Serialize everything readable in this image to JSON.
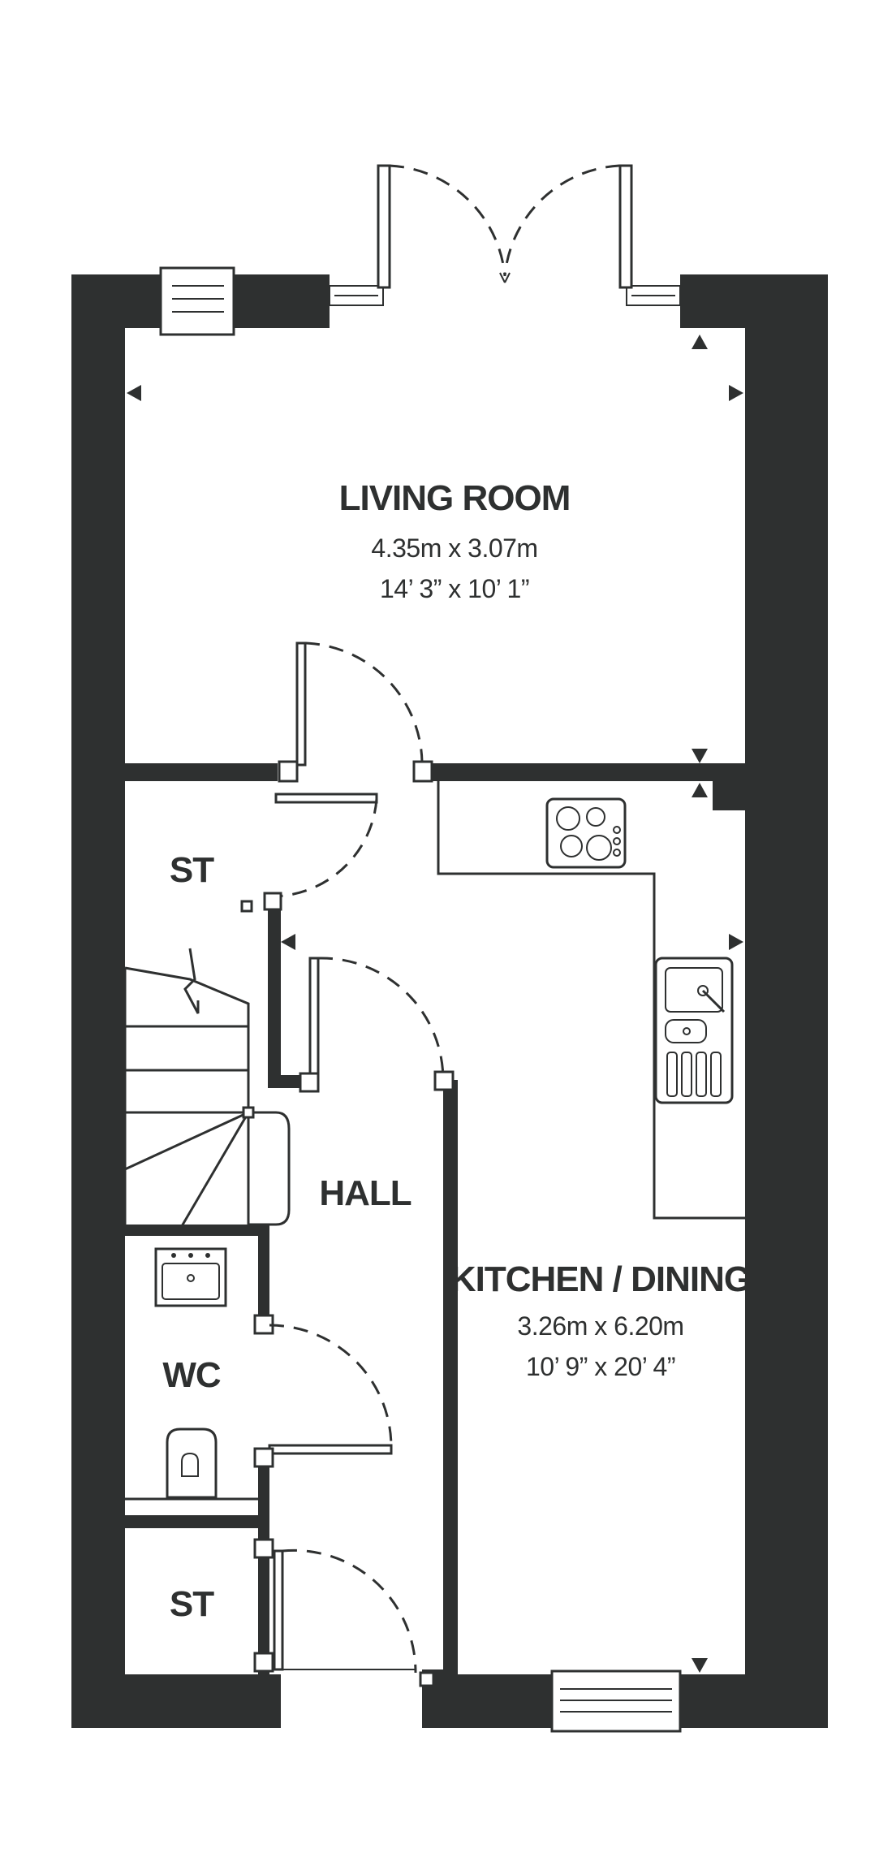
{
  "rooms": {
    "living_room": {
      "name": "LIVING ROOM",
      "metric": "4.35m x 3.07m",
      "imperial": "14’ 3” x 10’ 1”"
    },
    "kitchen_dining": {
      "name": "KITCHEN / DINING",
      "metric": "3.26m x 6.20m",
      "imperial": "10’ 9” x 20’ 4”"
    },
    "hall": {
      "name": "HALL"
    },
    "wc": {
      "name": "WC"
    },
    "store_upper": {
      "name": "ST"
    },
    "store_lower": {
      "name": "ST"
    }
  },
  "colors": {
    "wall": "#2e3030",
    "background": "#ffffff"
  }
}
